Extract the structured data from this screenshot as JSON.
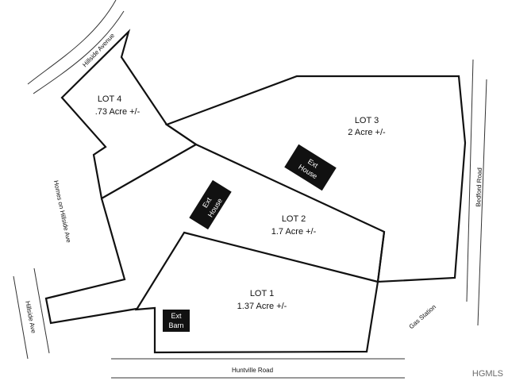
{
  "lots": [
    {
      "name": "LOT 4",
      "area": ".73 Acre +/-"
    },
    {
      "name": "LOT 3",
      "area": "2 Acre +/-"
    },
    {
      "name": "LOT 2",
      "area": "1.7 Acre +/-"
    },
    {
      "name": "LOT 1",
      "area": "1.37 Acre +/-"
    }
  ],
  "structures": [
    {
      "line1": "Ext",
      "line2": "House"
    },
    {
      "line1": "Ext",
      "line2": "House"
    },
    {
      "line1": "Ext",
      "line2": "Barn"
    }
  ],
  "roads": {
    "hillside_avenue": "Hillside Avenue",
    "homes_on_hillside": "Homes on Hillside Ave",
    "hillside_ave": "Hillside Ave",
    "bedford_road": "Bedford Road",
    "gas_station": "Gas Station",
    "huntville_road": "Huntville Road"
  },
  "watermark": "HGMLS"
}
